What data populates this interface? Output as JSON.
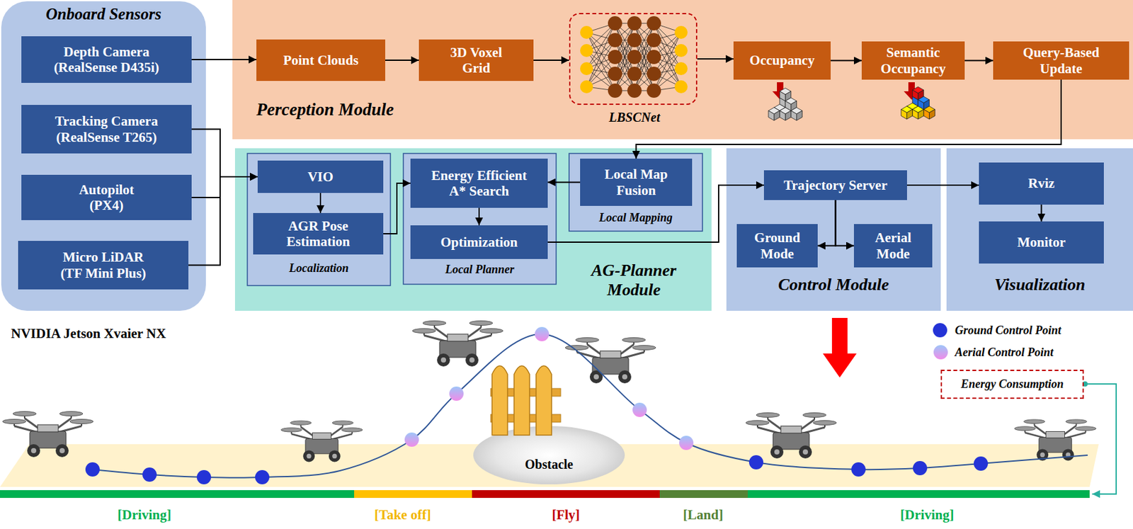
{
  "diagram": {
    "nodes": [
      {
        "text": [
          "Onboard Sensors"
        ]
      },
      {
        "text": [
          "Depth Camera (RealSense D435i)"
        ],
        "in": 0
      },
      {
        "text": [
          "Tracking Camera (RealSense T265)"
        ],
        "in": 0
      },
      {
        "text": [
          "Autopilot (PX4)"
        ],
        "in": 0
      },
      {
        "text": [
          "Micro LiDAR (TF Mini Plus)"
        ],
        "in": 0
      },
      {
        "text": [
          "Perception Module"
        ]
      },
      {
        "text": [
          "Point Clouds"
        ],
        "in": 5
      },
      {
        "text": [
          "3D Voxel Grid"
        ],
        "in": 5
      },
      {
        "text": [
          "LBSCNet"
        ],
        "in": 5
      },
      {
        "text": [
          "Occupancy"
        ],
        "in": 5
      },
      {
        "text": [
          "Semantic Occupancy"
        ],
        "in": 5
      },
      {
        "text": [
          "Query-Based Update"
        ],
        "in": 5
      },
      {
        "text": [
          "AG-Planner Module"
        ]
      },
      {
        "text": [
          "Localization"
        ],
        "in": 12
      },
      {
        "text": [
          "VIO"
        ],
        "in": 13
      },
      {
        "text": [
          "AGR Pose Estimation"
        ],
        "in": 13
      },
      {
        "text": [
          "Local Planner"
        ],
        "in": 12
      },
      {
        "text": [
          "Energy Efficient A* Search"
        ],
        "in": 16
      },
      {
        "text": [
          "Optimization"
        ],
        "in": 16
      },
      {
        "text": [
          "Local Mapping"
        ],
        "in": 12
      },
      {
        "text": [
          "Local Map Fusion"
        ],
        "in": 19
      },
      {
        "text": [
          "Control Module"
        ]
      },
      {
        "text": [
          "Trajectory Server"
        ],
        "in": 21
      },
      {
        "text": [
          "Ground Mode"
        ],
        "in": 21
      },
      {
        "text": [
          "Aerial Mode"
        ],
        "in": 21
      },
      {
        "text": [
          "Visualization"
        ]
      },
      {
        "text": [
          "Rviz"
        ],
        "in": 25
      },
      {
        "text": [
          "Monitor"
        ],
        "in": 25
      },
      {
        "text": [
          "Energy Consumption"
        ]
      }
    ],
    "edges": [
      {
        "from": 1,
        "to": 6,
        "arrow": "to"
      },
      {
        "from": 2,
        "to": 14,
        "arrow": "to"
      },
      {
        "from": 3,
        "to": 14,
        "arrow": "to"
      },
      {
        "from": 4,
        "to": 14,
        "arrow": "to"
      },
      {
        "from": 6,
        "to": 7,
        "arrow": "to"
      },
      {
        "from": 7,
        "to": 8,
        "arrow": "to"
      },
      {
        "from": 8,
        "to": 9,
        "arrow": "to"
      },
      {
        "from": 9,
        "to": 10,
        "arrow": "to"
      },
      {
        "from": 10,
        "to": 11,
        "arrow": "to"
      },
      {
        "from": 11,
        "to": 20,
        "arrow": "to"
      },
      {
        "from": 14,
        "to": 15,
        "arrow": "to"
      },
      {
        "from": 15,
        "to": 17,
        "arrow": "to"
      },
      {
        "from": 20,
        "to": 17,
        "arrow": "to"
      },
      {
        "from": 17,
        "to": 18,
        "arrow": "to"
      },
      {
        "from": 18,
        "to": 22,
        "arrow": "to"
      },
      {
        "from": 22,
        "to": 26,
        "arrow": "to"
      },
      {
        "from": 26,
        "to": 27,
        "arrow": "to"
      },
      {
        "from": 22,
        "to": 23,
        "arrow": "to"
      },
      {
        "from": 22,
        "to": 24,
        "arrow": "to"
      }
    ],
    "labels": [
      "NVIDIA Jetson Xvaier NX",
      "Obstacle",
      "[Driving]",
      "[Take off]",
      "[Fly]",
      "[Land]",
      "[Driving]"
    ],
    "legend": [
      {
        "text": "Ground Control Point",
        "color": "#2433d6"
      },
      {
        "text": "Aerial Control Point"
      }
    ]
  }
}
